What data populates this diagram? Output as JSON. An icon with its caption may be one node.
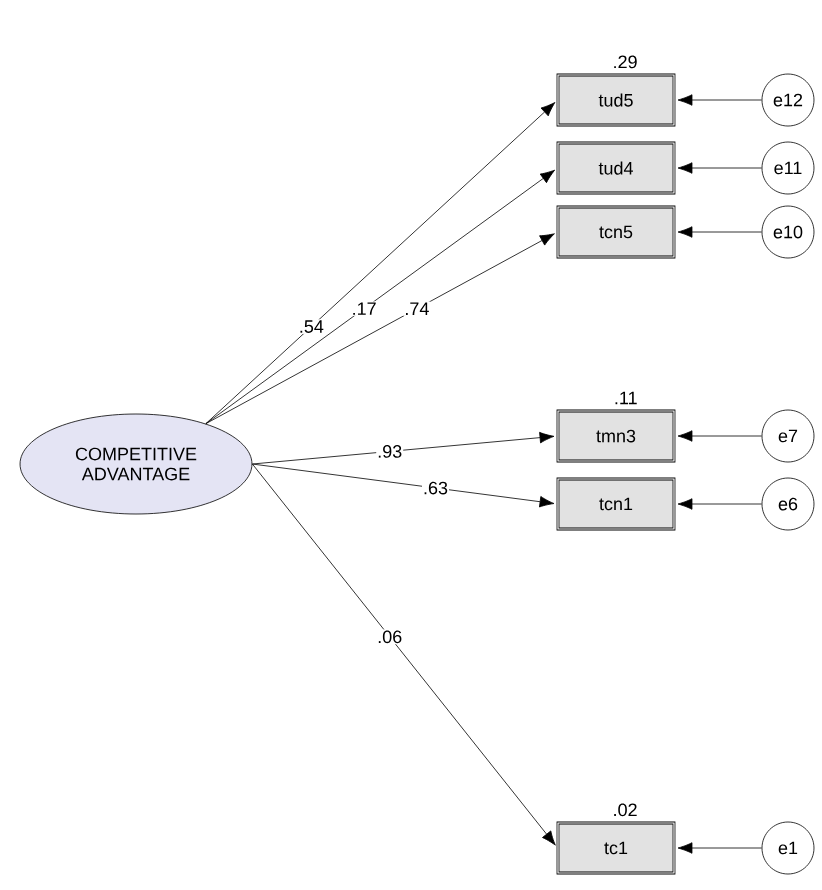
{
  "diagram": {
    "nodes": [
      {
        "text": [
          "COMPETITIVE ADVANTAGE"
        ]
      },
      {
        "text": [
          "tud5"
        ],
        "beside": [
          ".29"
        ]
      },
      {
        "text": [
          "tud4"
        ]
      },
      {
        "text": [
          "tcn5"
        ]
      },
      {
        "text": [
          "tmn3"
        ],
        "beside": [
          ".11"
        ]
      },
      {
        "text": [
          "tcn1"
        ]
      },
      {
        "text": [
          "tc1"
        ],
        "beside": [
          ".02"
        ]
      },
      {
        "text": [
          "e12"
        ]
      },
      {
        "text": [
          "e11"
        ]
      },
      {
        "text": [
          "e10"
        ]
      },
      {
        "text": [
          "e7"
        ]
      },
      {
        "text": [
          "e6"
        ]
      },
      {
        "text": [
          "e1"
        ]
      }
    ],
    "edges": [
      {
        "from": 0,
        "to": 1,
        "arrow": "to",
        "label": ".54"
      },
      {
        "from": 0,
        "to": 2,
        "arrow": "to",
        "label": ".17"
      },
      {
        "from": 0,
        "to": 3,
        "arrow": "to",
        "label": ".74"
      },
      {
        "from": 0,
        "to": 4,
        "arrow": "to",
        "label": ".93"
      },
      {
        "from": 0,
        "to": 5,
        "arrow": "to",
        "label": ".63"
      },
      {
        "from": 0,
        "to": 6,
        "arrow": "to",
        "label": ".06"
      },
      {
        "from": 7,
        "to": 1,
        "arrow": "to"
      },
      {
        "from": 8,
        "to": 2,
        "arrow": "to"
      },
      {
        "from": 9,
        "to": 3,
        "arrow": "to"
      },
      {
        "from": 10,
        "to": 4,
        "arrow": "to"
      },
      {
        "from": 11,
        "to": 5,
        "arrow": "to"
      },
      {
        "from": 12,
        "to": 6,
        "arrow": "to"
      }
    ]
  }
}
